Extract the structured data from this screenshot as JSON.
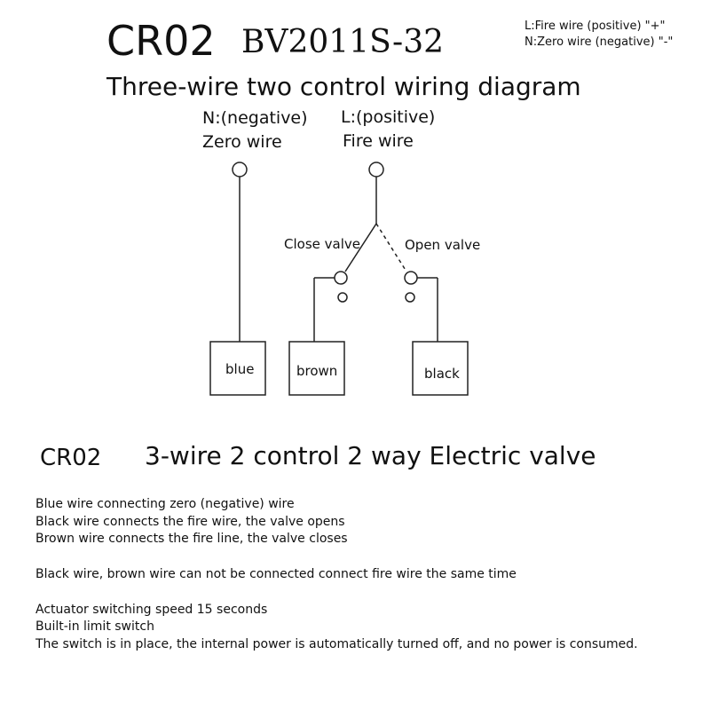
{
  "header": {
    "model_code": "CR02",
    "model_number": "BV2011S-32",
    "legend_fire": "L:Fire wire (positive) \"+\"",
    "legend_zero": "N:Zero wire (negative) \"-\""
  },
  "diagram": {
    "title": "Three-wire two control wiring diagram",
    "terminal_n": {
      "line1": "N:(negative)",
      "line2": "Zero wire"
    },
    "terminal_l": {
      "line1": "L:(positive)",
      "line2": "Fire wire"
    },
    "close_valve": "Close valve",
    "open_valve": "Open valve",
    "wires": {
      "blue": "blue",
      "brown": "brown",
      "black": "black"
    },
    "colors": {
      "line": "#222222",
      "background": "#ffffff"
    }
  },
  "product": {
    "code": "CR02",
    "title": "3-wire 2 control 2 way Electric valve"
  },
  "notes": [
    "Blue wire connecting zero (negative) wire",
    "Black wire connects the fire wire, the valve opens",
    "Brown wire connects the fire line, the valve closes",
    "Black wire, brown wire can not be connected connect fire wire the same time",
    "Actuator switching speed 15 seconds",
    "Built-in limit switch",
    "The switch is in place, the internal power is automatically turned off, and no power is consumed."
  ]
}
